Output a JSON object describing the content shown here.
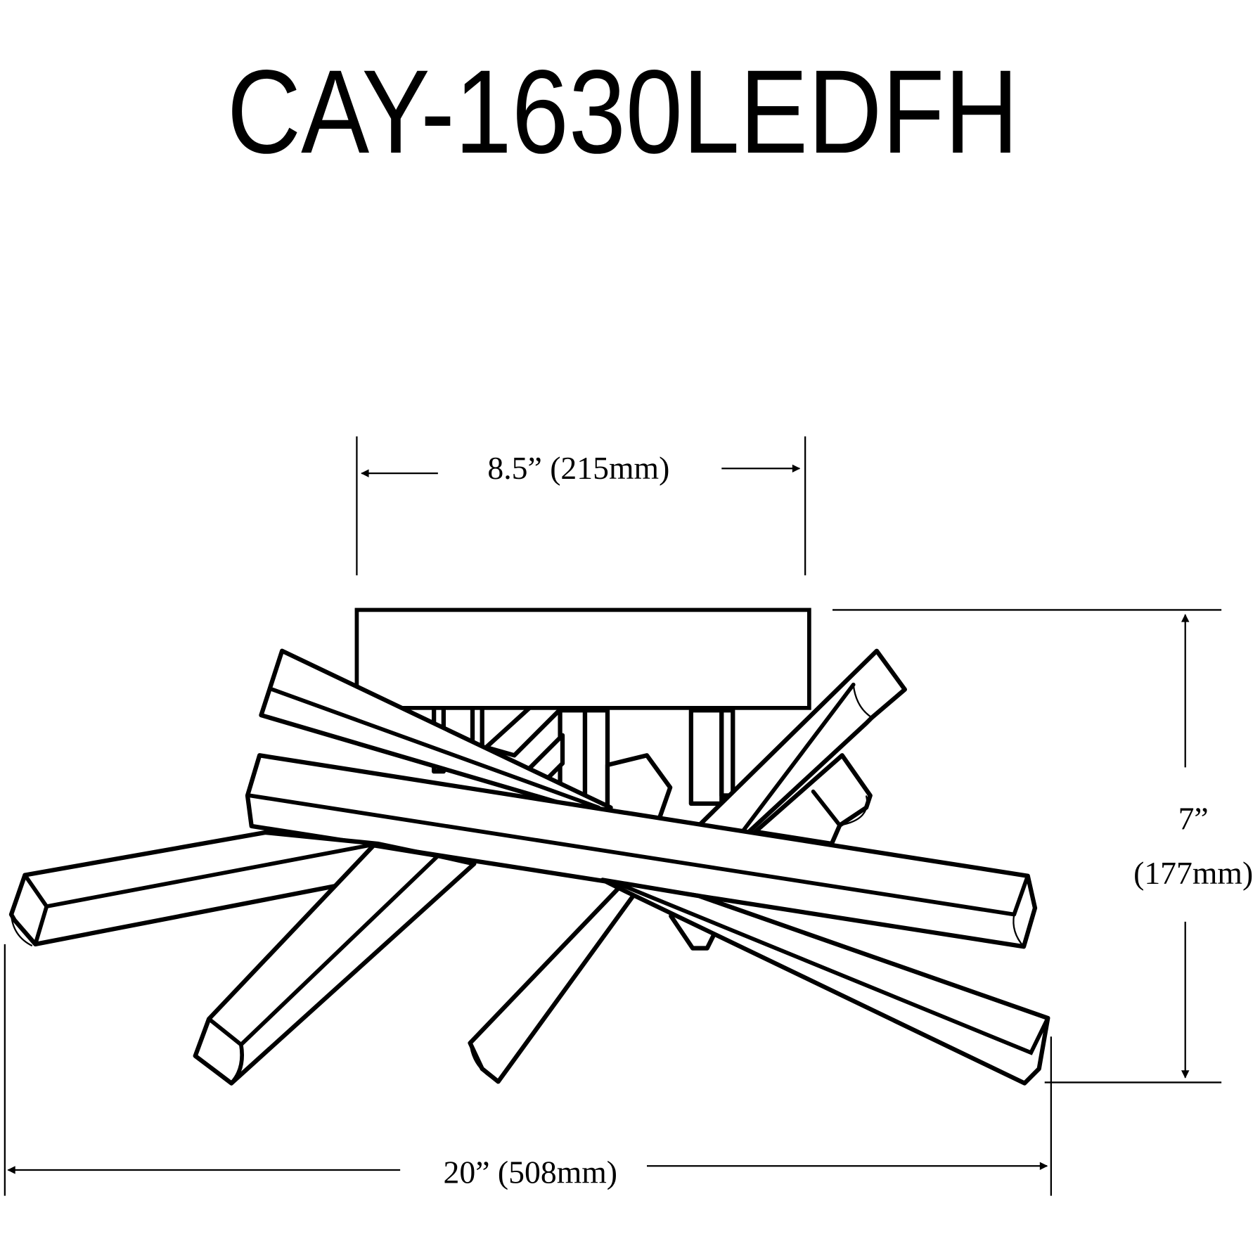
{
  "title": "CAY-1630LEDFH",
  "dimensions": {
    "canopy_width": "8.5” (215mm)",
    "height_in": "7”",
    "height_mm": "(177mm)",
    "overall_width": "20” (508mm)"
  },
  "colors": {
    "line": "#000000",
    "background": "#ffffff"
  }
}
